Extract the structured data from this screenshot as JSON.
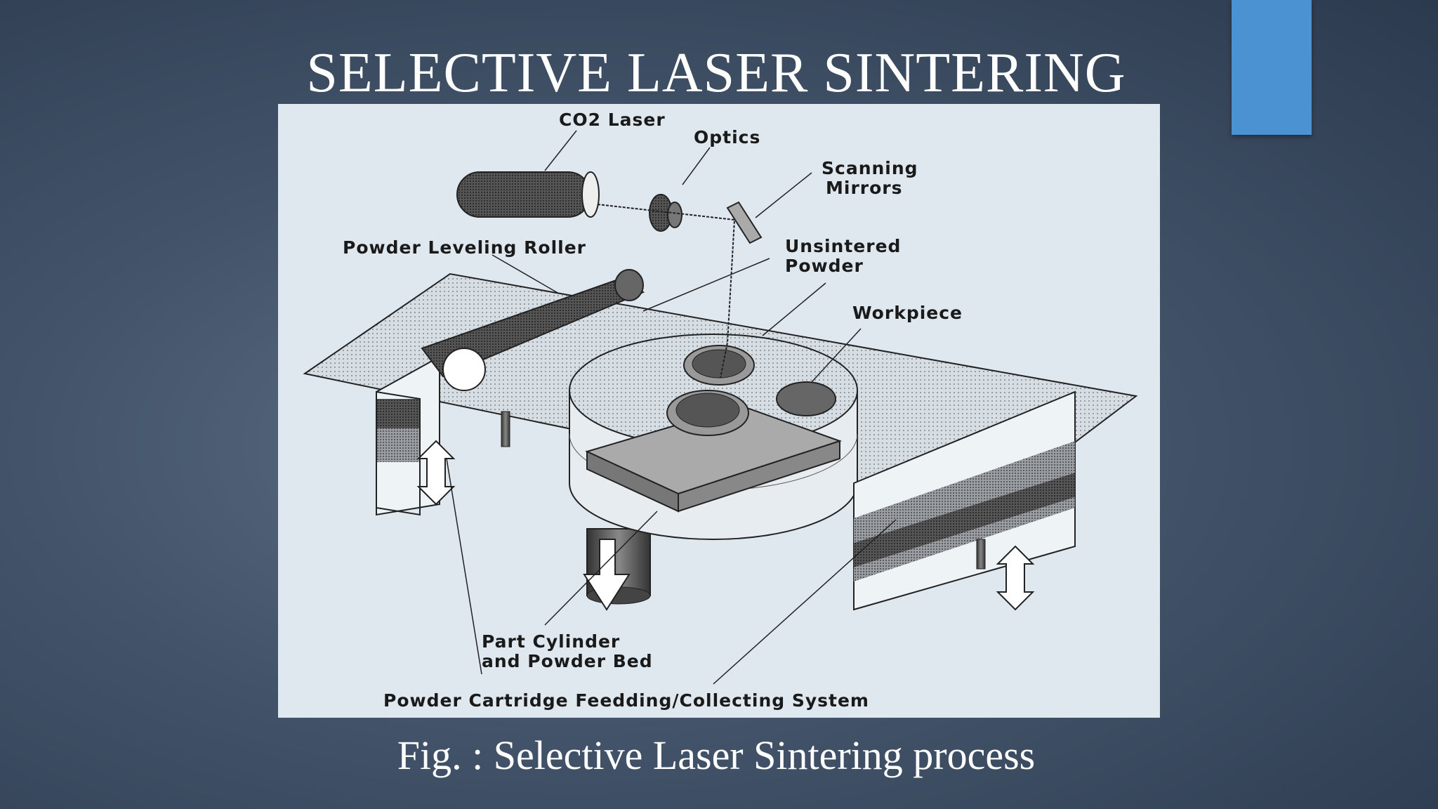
{
  "slide": {
    "title": "SELECTIVE LASER SINTERING",
    "caption": "Fig. : Selective Laser Sintering process",
    "accent_color": "#4a92d1"
  },
  "diagram": {
    "labels": {
      "co2_laser": "CO2 Laser",
      "optics": "Optics",
      "scanning_mirrors_1": "Scanning",
      "scanning_mirrors_2": "Mirrors",
      "powder_leveling_roller": "Powder Leveling Roller",
      "unsintered_powder_1": "Unsintered",
      "unsintered_powder_2": "Powder",
      "workpiece": "Workpiece",
      "part_cylinder_1": "Part Cylinder",
      "part_cylinder_2": "and Powder Bed",
      "powder_cartridge": "Powder Cartridge Feedding/Collecting System"
    }
  }
}
